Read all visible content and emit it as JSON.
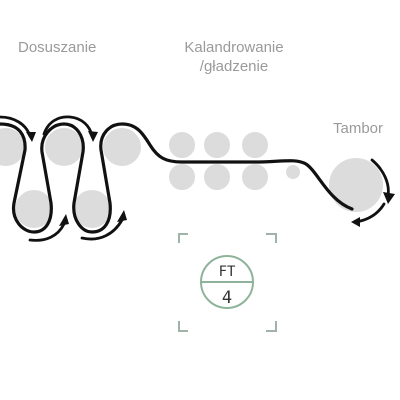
{
  "sections": {
    "drying": "Dosuszanie",
    "calendering_line1": "Kalandrowanie",
    "calendering_line2": "/gładzenie",
    "reel": "Tambor"
  },
  "badge": {
    "top": "FT",
    "bottom": "4",
    "accent_color": "#8fb39a"
  },
  "colors": {
    "belt": "#111111",
    "roll": "#dcdcdc",
    "label": "#9a9a9a"
  }
}
